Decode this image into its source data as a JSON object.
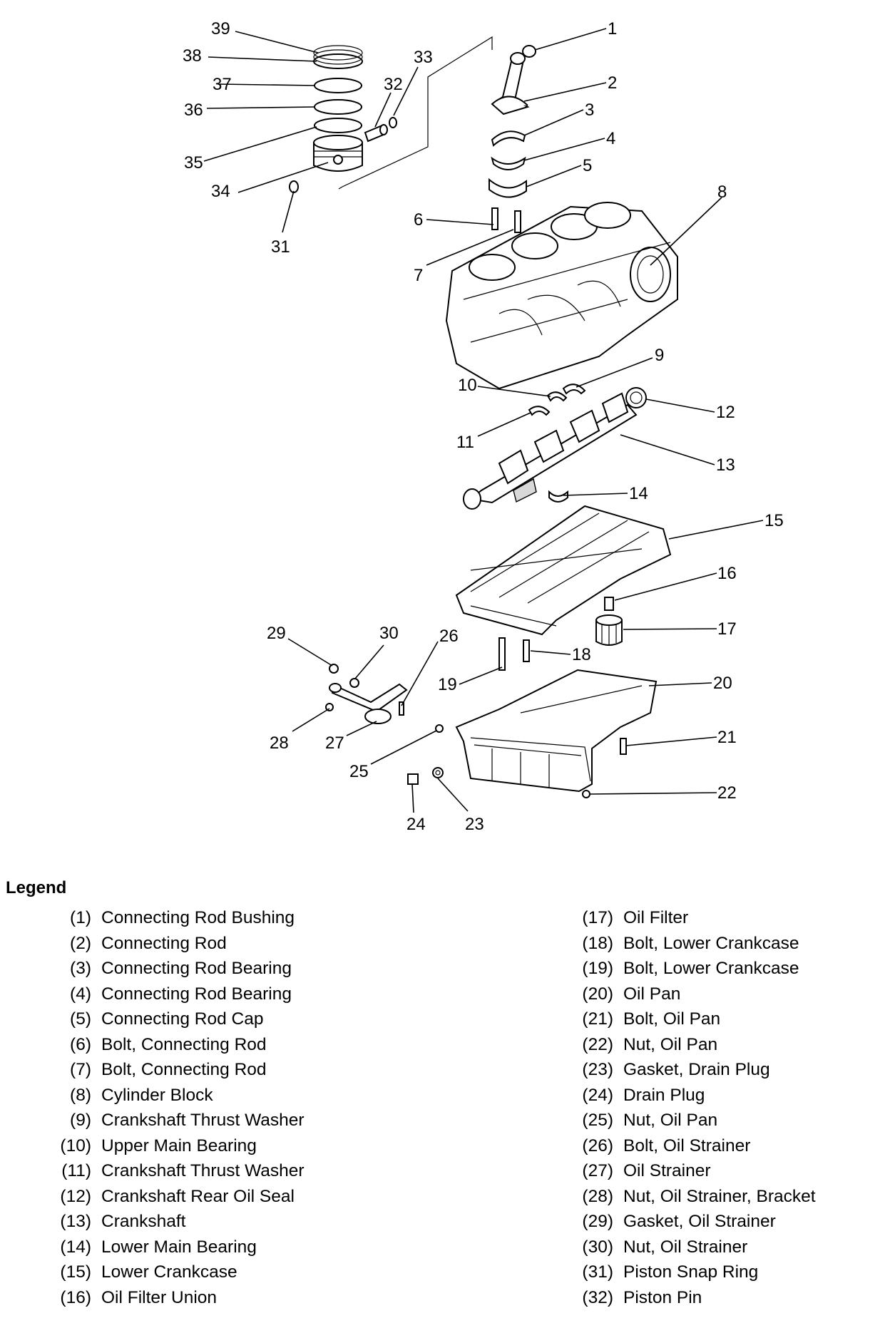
{
  "callouts": [
    "1",
    "2",
    "3",
    "4",
    "5",
    "6",
    "7",
    "8",
    "9",
    "10",
    "11",
    "12",
    "13",
    "14",
    "15",
    "16",
    "17",
    "18",
    "19",
    "20",
    "21",
    "22",
    "23",
    "24",
    "25",
    "26",
    "27",
    "28",
    "29",
    "30",
    "31",
    "32",
    "33",
    "34",
    "35",
    "36",
    "37",
    "38",
    "39"
  ],
  "legend": {
    "title": "Legend",
    "left": [
      {
        "num": "(1)",
        "label": "Connecting Rod Bushing"
      },
      {
        "num": "(2)",
        "label": "Connecting Rod"
      },
      {
        "num": "(3)",
        "label": "Connecting Rod Bearing"
      },
      {
        "num": "(4)",
        "label": "Connecting Rod Bearing"
      },
      {
        "num": "(5)",
        "label": "Connecting Rod Cap"
      },
      {
        "num": "(6)",
        "label": "Bolt, Connecting Rod"
      },
      {
        "num": "(7)",
        "label": "Bolt, Connecting Rod"
      },
      {
        "num": "(8)",
        "label": "Cylinder Block"
      },
      {
        "num": "(9)",
        "label": "Crankshaft Thrust Washer"
      },
      {
        "num": "(10)",
        "label": "Upper Main Bearing"
      },
      {
        "num": "(11)",
        "label": "Crankshaft Thrust Washer"
      },
      {
        "num": "(12)",
        "label": "Crankshaft Rear Oil Seal"
      },
      {
        "num": "(13)",
        "label": "Crankshaft"
      },
      {
        "num": "(14)",
        "label": "Lower Main Bearing"
      },
      {
        "num": "(15)",
        "label": "Lower Crankcase"
      },
      {
        "num": "(16)",
        "label": "Oil Filter Union"
      }
    ],
    "right": [
      {
        "num": "(17)",
        "label": "Oil Filter"
      },
      {
        "num": "(18)",
        "label": "Bolt, Lower Crankcase"
      },
      {
        "num": "(19)",
        "label": "Bolt, Lower Crankcase"
      },
      {
        "num": "(20)",
        "label": "Oil Pan"
      },
      {
        "num": "(21)",
        "label": "Bolt, Oil Pan"
      },
      {
        "num": "(22)",
        "label": "Nut, Oil Pan"
      },
      {
        "num": "(23)",
        "label": "Gasket, Drain Plug"
      },
      {
        "num": "(24)",
        "label": "Drain Plug"
      },
      {
        "num": "(25)",
        "label": "Nut, Oil Pan"
      },
      {
        "num": "(26)",
        "label": "Bolt, Oil Strainer"
      },
      {
        "num": "(27)",
        "label": "Oil Strainer"
      },
      {
        "num": "(28)",
        "label": "Nut, Oil Strainer, Bracket"
      },
      {
        "num": "(29)",
        "label": "Gasket, Oil Strainer"
      },
      {
        "num": "(30)",
        "label": "Nut, Oil Strainer"
      },
      {
        "num": "(31)",
        "label": "Piston Snap Ring"
      },
      {
        "num": "(32)",
        "label": "Piston Pin"
      }
    ]
  }
}
